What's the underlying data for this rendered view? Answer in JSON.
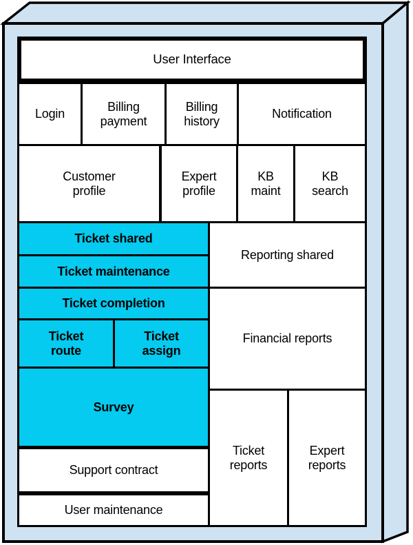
{
  "diagram": {
    "description": "3D slab diagram of a support-system user interface layer with module blocks",
    "colors": {
      "slab_fill": "#cfe2f1",
      "module_cyan": "#04cbef",
      "module_white": "#ffffff",
      "border": "#000000",
      "text": "#000000"
    },
    "title_block": {
      "label": "User Interface"
    },
    "blocks": {
      "login": {
        "label": "Login",
        "fill": "white"
      },
      "billing_payment": {
        "label": "Billing\npayment",
        "fill": "white"
      },
      "billing_history": {
        "label": "Billing\nhistory",
        "fill": "white"
      },
      "notification": {
        "label": "Notification",
        "fill": "white"
      },
      "customer_profile": {
        "label": "Customer\nprofile",
        "fill": "white"
      },
      "expert_profile": {
        "label": "Expert\nprofile",
        "fill": "white"
      },
      "kb_maint": {
        "label": "KB\nmaint",
        "fill": "white"
      },
      "kb_search": {
        "label": "KB\nsearch",
        "fill": "white"
      },
      "ticket_shared": {
        "label": "Ticket shared",
        "fill": "cyan"
      },
      "ticket_maintenance": {
        "label": "Ticket maintenance",
        "fill": "cyan"
      },
      "ticket_completion": {
        "label": "Ticket completion",
        "fill": "cyan"
      },
      "ticket_route": {
        "label": "Ticket\nroute",
        "fill": "cyan"
      },
      "ticket_assign": {
        "label": "Ticket\nassign",
        "fill": "cyan"
      },
      "survey": {
        "label": "Survey",
        "fill": "cyan"
      },
      "support_contract": {
        "label": "Support contract",
        "fill": "white"
      },
      "user_maintenance": {
        "label": "User maintenance",
        "fill": "white"
      },
      "reporting_shared": {
        "label": "Reporting shared",
        "fill": "white"
      },
      "financial_reports": {
        "label": "Financial reports",
        "fill": "white"
      },
      "ticket_reports": {
        "label": "Ticket\nreports",
        "fill": "white"
      },
      "expert_reports": {
        "label": "Expert\nreports",
        "fill": "white"
      }
    }
  }
}
